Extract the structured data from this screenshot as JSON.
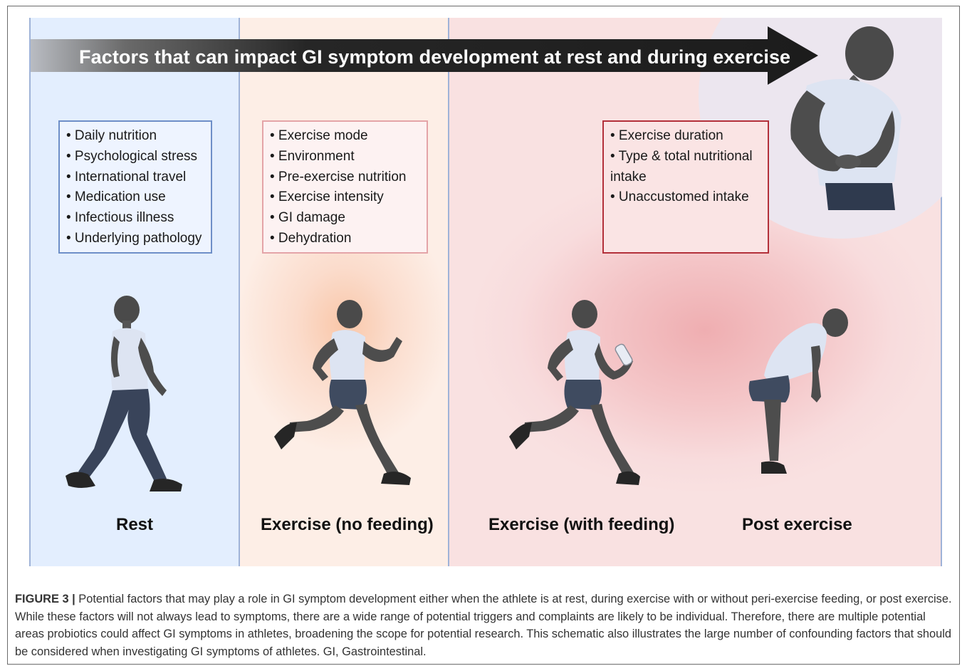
{
  "banner": {
    "title": "Factors that can impact GI symptom development at rest and during exercise"
  },
  "factor_boxes": {
    "rest": [
      "• Daily nutrition",
      "• Psychological stress",
      "• International travel",
      "• Medication use",
      "• Infectious illness",
      "• Underlying pathology"
    ],
    "exercise_no_feeding": [
      "• Exercise mode",
      "• Environment",
      "• Pre-exercise nutrition",
      "• Exercise intensity",
      "• GI damage",
      "• Dehydration"
    ],
    "exercise_with_feeding": [
      "• Exercise duration",
      "• Type & total nutritional intake",
      "• Unaccustomed intake"
    ]
  },
  "phases": {
    "rest": "Rest",
    "exercise_no_feeding": "Exercise (no feeding)",
    "exercise_with_feeding": "Exercise (with feeding)",
    "post_exercise": "Post exercise"
  },
  "caption": {
    "label": "FIGURE 3 |",
    "text": "Potential factors that may play a role in GI symptom development either when the athlete is at rest, during exercise with or without peri-exercise feeding, or post exercise. While these factors will not always lead to symptoms, there are a wide range of potential triggers and complaints are likely to be individual. Therefore, there are multiple potential areas probiotics could affect GI symptoms in athletes, broadening the scope for potential research. This schematic also illustrates the large number of confounding factors that should be considered when investigating GI symptoms of athletes. GI, Gastrointestinal."
  },
  "colors": {
    "rest_panel": "#e3eefe",
    "no_feeding_panel": "#fdeee6",
    "with_feeding_panel": "#f9e1e1",
    "banner_dark": "#1f1f1f",
    "skin": "#555555",
    "shirt": "#dde4f2",
    "shorts": "#3f4b60"
  },
  "icons": {
    "banner": "right-arrow-icon",
    "rest": "walking-person-icon",
    "no_feeding": "running-person-icon",
    "with_feeding": "running-person-with-bottle-icon",
    "post": "bent-over-person-icon",
    "pain": "person-holding-stomach-icon"
  }
}
